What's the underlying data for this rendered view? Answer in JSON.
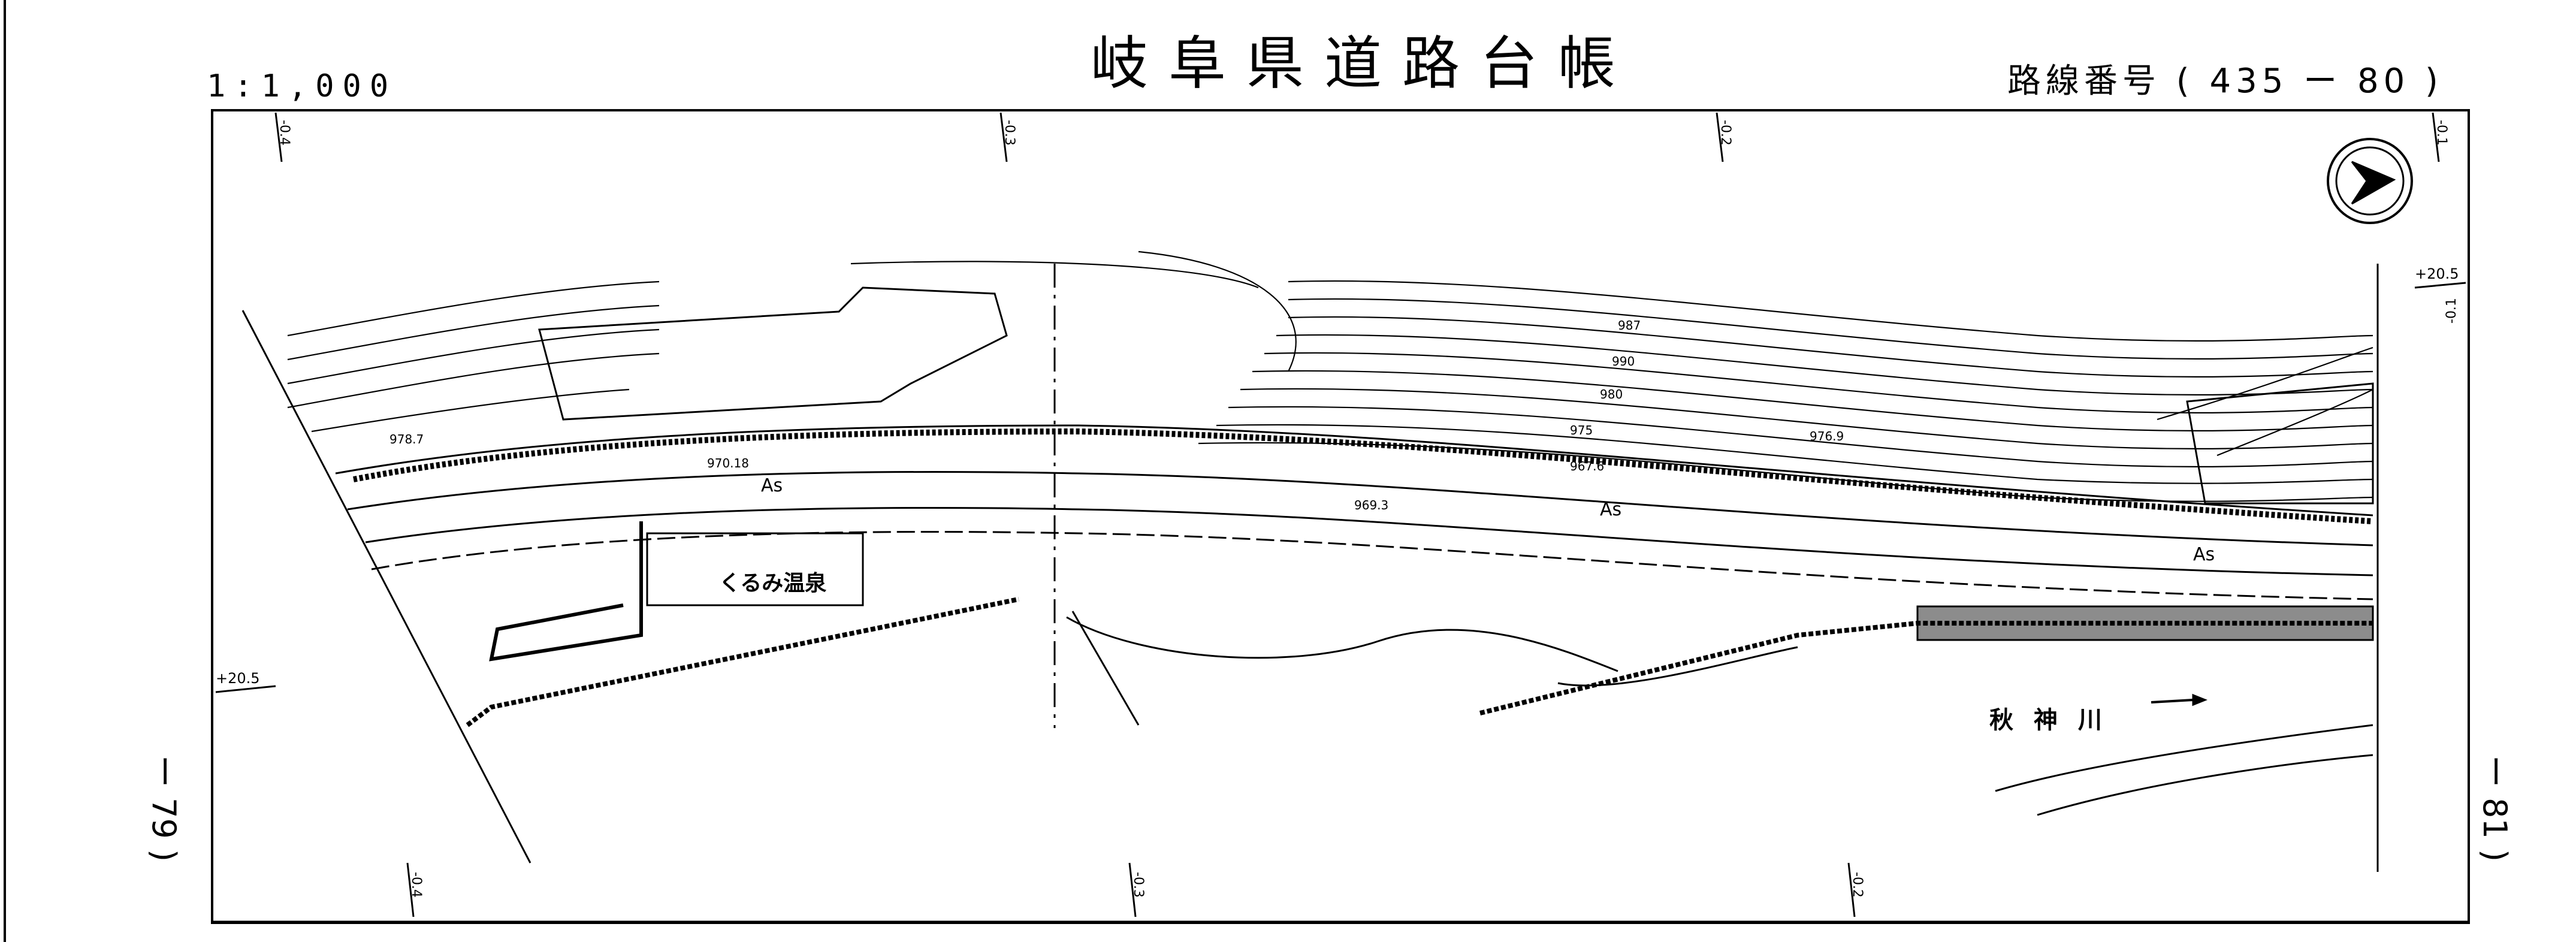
{
  "header": {
    "title": "岐阜県道路台帳",
    "scale": "1:1,000",
    "route_number": "路線番号 ( 435 ー 80 )"
  },
  "adjacent_sheets": {
    "left": "ー 79 )",
    "right": "ー 81 )"
  },
  "map_labels": {
    "place_name": "くるみ温泉",
    "river_name": "秋 神 川",
    "road_surface_1": "As",
    "road_surface_2": "As",
    "road_surface_3": "As",
    "elev_1": "978.7",
    "elev_2": "970.18",
    "elev_3": "969.3",
    "elev_4": "976.9",
    "elev_5": "967.6",
    "elev_6": "990",
    "elev_7": "980",
    "elev_8": "975",
    "elev_9": "987",
    "station_left": "+20.5",
    "station_right": "+20.5",
    "offset_top_1": "-0.4",
    "offset_top_2": "-0.3",
    "offset_top_3": "-0.2",
    "offset_top_4": "-0.1",
    "offset_bottom_1": "-0.4",
    "offset_bottom_2": "-0.3",
    "offset_bottom_3": "-0.2",
    "offset_right": "-0.1"
  },
  "icons": {
    "north_arrow": "north-arrow-icon"
  },
  "colors": {
    "ink": "#000000",
    "paper": "#ffffff"
  }
}
